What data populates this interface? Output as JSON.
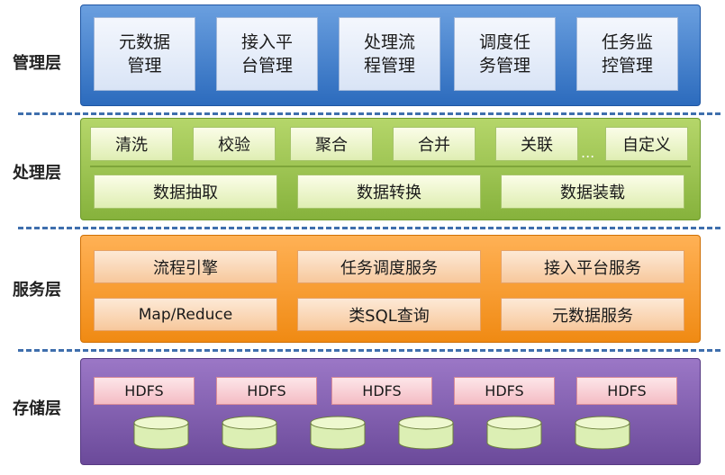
{
  "layers": {
    "management": "管理层",
    "processing": "处理层",
    "service": "服务层",
    "storage": "存储层"
  },
  "management": [
    {
      "line1": "元数据",
      "line2": "管理"
    },
    {
      "line1": "接入平",
      "line2": "台管理"
    },
    {
      "line1": "处理流",
      "line2": "程管理"
    },
    {
      "line1": "调度任",
      "line2": "务管理"
    },
    {
      "line1": "任务监",
      "line2": "控管理"
    }
  ],
  "processing": {
    "small": [
      "清洗",
      "校验",
      "聚合",
      "合并",
      "关联",
      "自定义"
    ],
    "ellipsis": "...",
    "large": [
      "数据抽取",
      "数据转换",
      "数据装载"
    ]
  },
  "service": {
    "row1": [
      "流程引擎",
      "任务调度服务",
      "接入平台服务"
    ],
    "row2": [
      "Map/Reduce",
      "类SQL查询",
      "元数据服务"
    ]
  },
  "storage": {
    "hdfs": [
      "HDFS",
      "HDFS",
      "HDFS",
      "HDFS",
      "HDFS"
    ]
  },
  "colors": {
    "management": "#2c6bbd",
    "processing": "#86b23c",
    "service": "#f08a13",
    "storage": "#6b4a9a",
    "divider": "#3f6fad"
  }
}
